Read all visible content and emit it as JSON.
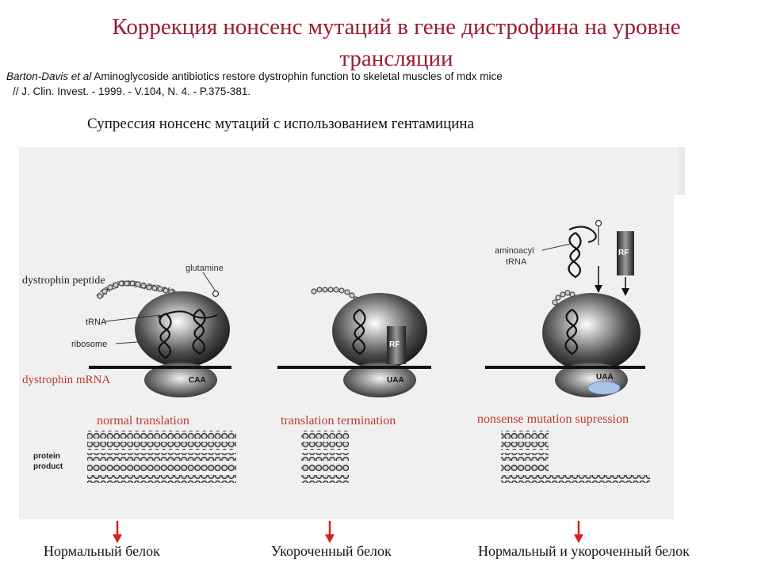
{
  "slide": {
    "title": "Коррекция нонсенс мутаций в гене дистрофина  на уровне трансляции",
    "citation_authors": "Barton-Davis et al",
    "citation_title": "Aminoglycoside antibiotics restore dystrophin function to skeletal muscles of mdx mice",
    "citation_ref": "// J. Clin. Invest. - 1999. - V.104, N. 4. - P.375-381.",
    "subtitle": "Супрессия нонсенс мутаций с использованием гентамицина"
  },
  "figure": {
    "labels": {
      "dystrophin_peptide": "dystrophin peptide",
      "glutamine": "glutamine",
      "trna": "tRNA",
      "ribosome": "ribosome",
      "dystrophin_mrna": "dystrophin mRNA",
      "protein": "protein",
      "product": "product",
      "aminoacyl": "aminoacyl",
      "trna2": "tRNA",
      "rf": "RF"
    },
    "codons": [
      "CAA",
      "UAA",
      "UAA"
    ],
    "panel_titles": [
      "normal translation",
      "translation termination",
      "nonsense mutation supression"
    ]
  },
  "captions": [
    "Нормальный белок",
    "Укороченный белок",
    "Нормальный и укороченный белок"
  ],
  "colors": {
    "title": "#9b1b30",
    "panel_title": "#c0392b",
    "arrow": "#d42020"
  }
}
